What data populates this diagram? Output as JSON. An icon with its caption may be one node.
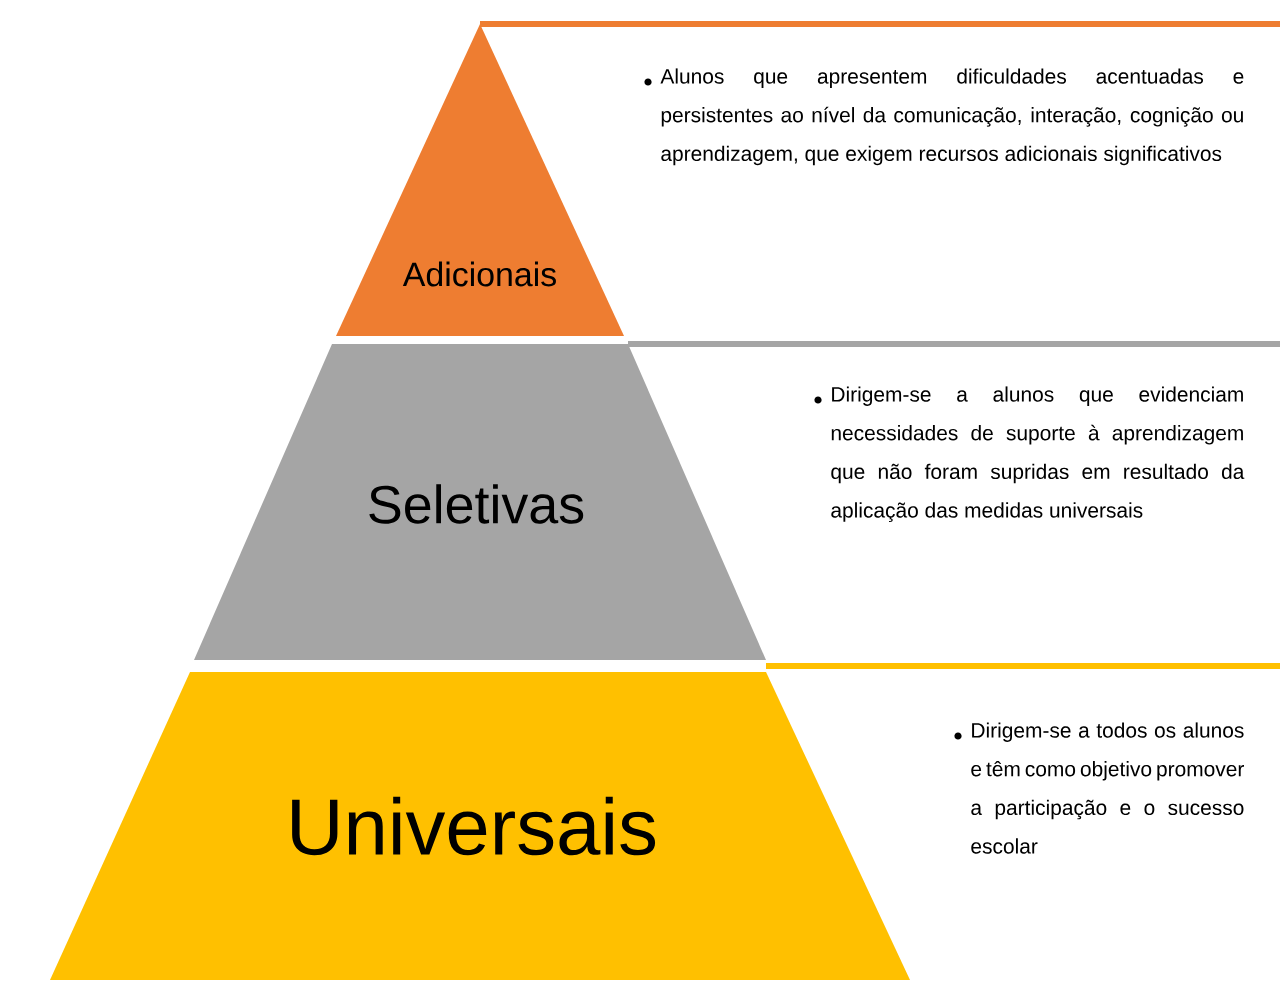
{
  "diagram": {
    "nodes": [
      {
        "text": [
          "Adicionais"
        ]
      },
      {
        "text": [
          "Alunos que apresentem dificuldades acentuadas e persistentes ao nível da comunicação, interação, cognição ou aprendizagem, que exigem recursos adicionais significativos"
        ]
      },
      {
        "text": [
          "Seletivas"
        ]
      },
      {
        "text": [
          "Dirigem-se a alunos que evidenciam necessidades de suporte à aprendizagem que não foram supridas em resultado da aplicação das medidas universais"
        ]
      },
      {
        "text": [
          "Universais"
        ]
      },
      {
        "text": [
          "Dirigem-se a todos os alunos e têm como objetivo promover a participação e o sucesso escolar"
        ]
      }
    ]
  }
}
